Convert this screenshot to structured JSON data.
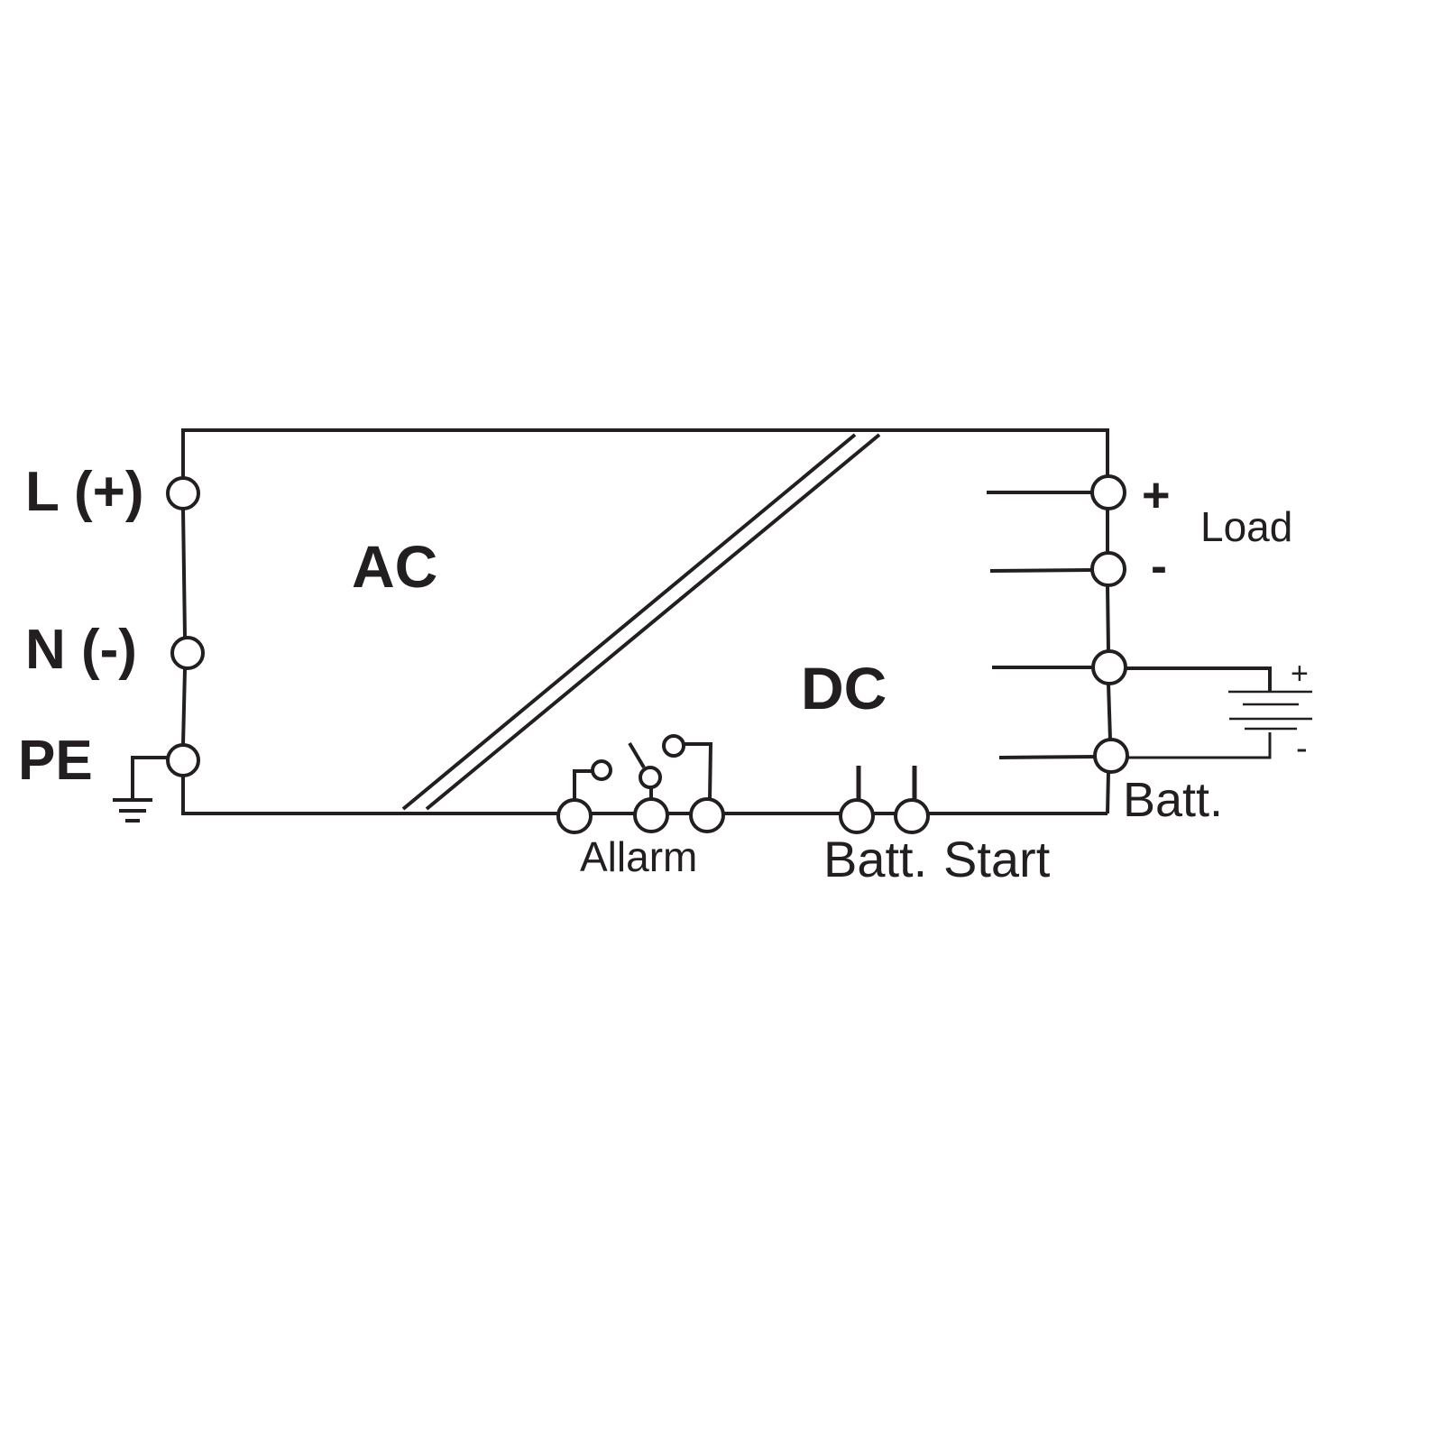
{
  "diagram": {
    "input": {
      "l_label": "L (+)",
      "n_label": "N (-)",
      "pe_label": "PE"
    },
    "blocks": {
      "ac_label": "AC",
      "dc_label": "DC"
    },
    "output": {
      "plus": "+",
      "minus": "-",
      "load_label": "Load"
    },
    "battery": {
      "plus": "+",
      "minus": "-",
      "label": "Batt."
    },
    "bottom": {
      "alarm_label": "Allarm",
      "batt_label": "Batt.",
      "start_label": "Start"
    },
    "colors": {
      "line": "#231f20",
      "background": "#ffffff"
    }
  }
}
